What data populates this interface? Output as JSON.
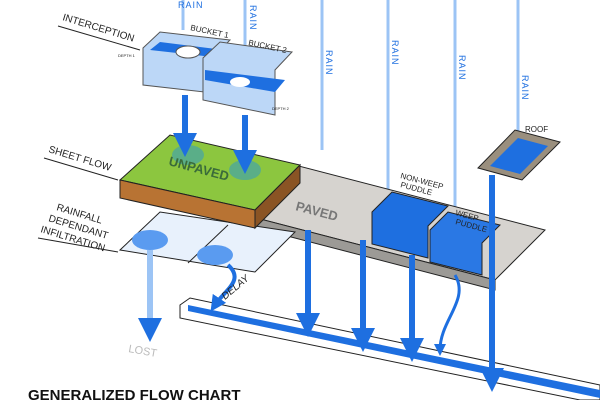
{
  "labels": {
    "interception": "INTERCEPTION",
    "sheet_flow": "SHEET FLOW",
    "infiltration_1": "RAINFALL",
    "infiltration_2": "DEPENDANT",
    "infiltration_3": "INFILTRATION",
    "bucket1": "BUCKET 1",
    "bucket2": "BUCKET 2",
    "depth1": "DEPTH 1",
    "depth2": "DEPTH 2",
    "unpaved": "UNPAVED",
    "paved": "PAVED",
    "non_weep_1": "NON-WEEP",
    "non_weep_2": "PUDDLE",
    "weep_1": "WEEP",
    "weep_2": "PUDDLE",
    "roof": "ROOF",
    "delay": "DELAY",
    "lost": "LOST",
    "rain": "RAIN",
    "title": "GENERALIZED FLOW CHART"
  },
  "colors": {
    "water": "#1e6fe0",
    "grass": "#8cc63f",
    "soil": "#b87333",
    "paved": "#d6d3cf"
  }
}
